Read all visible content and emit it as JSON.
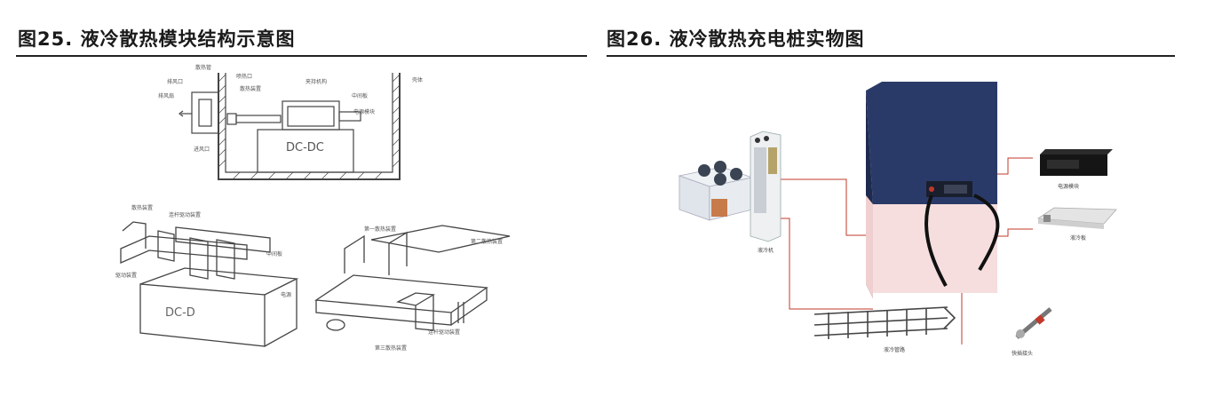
{
  "figures": {
    "left": {
      "title": "图25. 液冷散热模块结构示意图",
      "labels": {
        "heat_pipe": "散热管",
        "exhaust_port": "排风口",
        "side_port": "喷热口",
        "fan": "排风扇",
        "heat_device": "散热装置",
        "clamp_mechanism": "夹持机构",
        "middle_plate": "中间板",
        "power_module": "电源模块",
        "housing": "壳体",
        "inlet": "进风口",
        "dcdc": "DC-DC",
        "top_left_device": "散热装置",
        "linkage_device": "连杆驱动装置",
        "mid_part": "中间板",
        "driver": "驱动装置",
        "module": "电源",
        "dcdc_small": "DC-D",
        "first_heat": "第一散热装置",
        "second_heat": "第二散热装置",
        "third_heat": "第三散热装置",
        "bottom_driver": "连杆驱动装置"
      }
    },
    "right": {
      "title": "图26. 液冷散热充电桩实物图",
      "labels": {
        "chiller": "液冷机",
        "power_module": "电源模块",
        "cold_plate": "液冷板",
        "piping": "液冷管路",
        "connector": "快插接头"
      }
    }
  },
  "colors": {
    "line": "#444444",
    "cabinet_blue": "#2a3a68",
    "cabinet_pink": "#f6dede",
    "connector_red": "#c0392b"
  }
}
